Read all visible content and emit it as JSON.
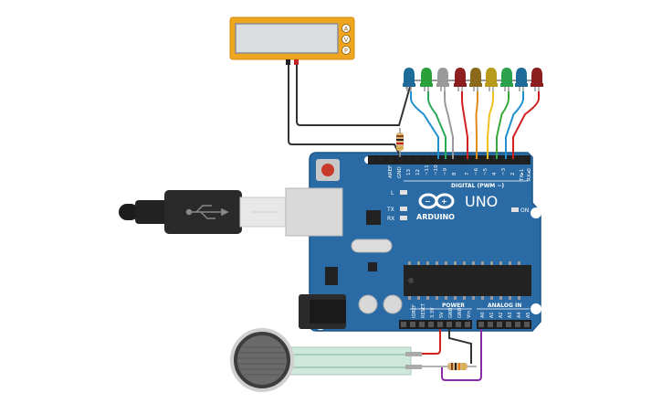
{
  "board": {
    "brand": "ARDUINO",
    "model": "UNO",
    "digital_header": "DIGITAL (PWM ~)",
    "power_header": "POWER",
    "analog_header": "ANALOG IN",
    "led_l": "L",
    "led_tx": "TX",
    "led_rx": "RX",
    "led_on": "ON",
    "pin_aref": "AREF",
    "pin_gnd": "GND",
    "pin_13": "13",
    "pin_12": "12",
    "pin_11": "~11",
    "pin_10": "~10",
    "pin_9": "~9",
    "pin_8": "8",
    "pin_7": "7",
    "pin_6": "~6",
    "pin_5": "~5",
    "pin_4": "4",
    "pin_3": "~3",
    "pin_2": "2",
    "pin_tx1": "TX▸1",
    "pin_rx0": "RX◂0",
    "pin_ioref": "IOREF",
    "pin_reset": "RESET",
    "pin_3v3": "3.3V",
    "pin_5v": "5V",
    "pin_gnd1": "GND",
    "pin_gnd2": "GND",
    "pin_vin": "Vin",
    "pin_a0": "A0",
    "pin_a1": "A1",
    "pin_a2": "A2",
    "pin_a3": "A3",
    "pin_a4": "A4",
    "pin_a5": "A5"
  },
  "piezo": {
    "terminal_a": "A",
    "terminal_v": "V",
    "terminal_p": "P"
  },
  "colors": {
    "board": "#2a6ba6",
    "board_edge": "#1d5689",
    "led_colors": [
      "#1e6b9a",
      "#29a03a",
      "#9a9a9a",
      "#8b1e1e",
      "#8a6a1a",
      "#b89a1a",
      "#2aa14a",
      "#1e6b9a",
      "#8b1e1e"
    ],
    "wire_colors": [
      "#1e90d0",
      "#2aa85a",
      "#9a9a9a",
      "#d02020",
      "#e08a1a",
      "#f0c020",
      "#3aaa3a",
      "#1e90d0",
      "#d02020"
    ],
    "piezo_frame": "#f0a51e",
    "fsr_wire": "#8a2aa8"
  }
}
